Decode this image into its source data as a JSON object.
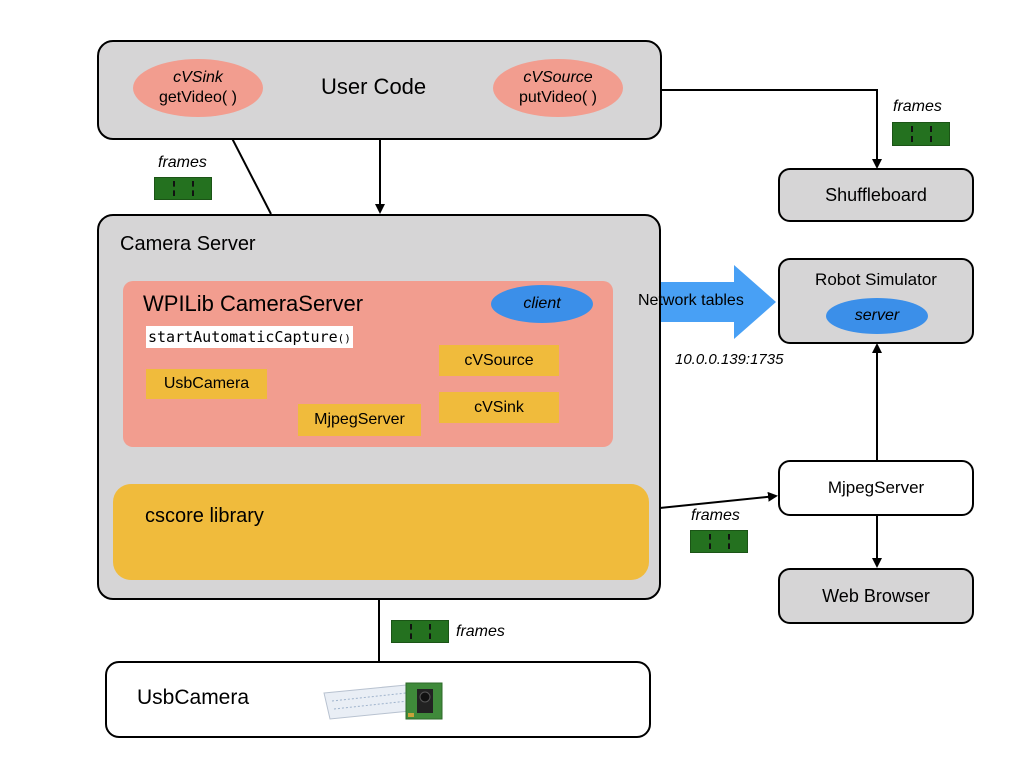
{
  "user_code": {
    "sink_title": "cVSink",
    "sink_method": "getVideo( )",
    "user_code_label": "User Code",
    "source_title": "cVSource",
    "source_method": "putVideo( )"
  },
  "camera_server": {
    "title": "Camera Server",
    "wpilib": {
      "title": "WPILib CameraServer",
      "client": "client",
      "capture_call": "startAutomaticCapture",
      "capture_parens": "()",
      "chips": {
        "usb_camera": "UsbCamera",
        "mjpeg_server": "MjpegServer",
        "cv_source": "cVSource",
        "cv_sink": "cVSink"
      }
    },
    "cscore": "cscore library"
  },
  "network": {
    "label": "Network tables",
    "address": "10.0.0.139:1735"
  },
  "shuffleboard": {
    "label": "Shuffleboard"
  },
  "robot_sim": {
    "title": "Robot Simulator",
    "server": "server"
  },
  "mjpeg_server": {
    "label": "MjpegServer"
  },
  "web_browser": {
    "label": "Web Browser"
  },
  "usb_camera": {
    "label": "UsbCamera"
  },
  "frames_label": "frames",
  "colors": {
    "gray_box": "#d6d5d6",
    "salmon": "#f29d8f",
    "yellow": "#f0bb3c",
    "blue": "#3b8fe9",
    "frames_green": "#24711f"
  }
}
